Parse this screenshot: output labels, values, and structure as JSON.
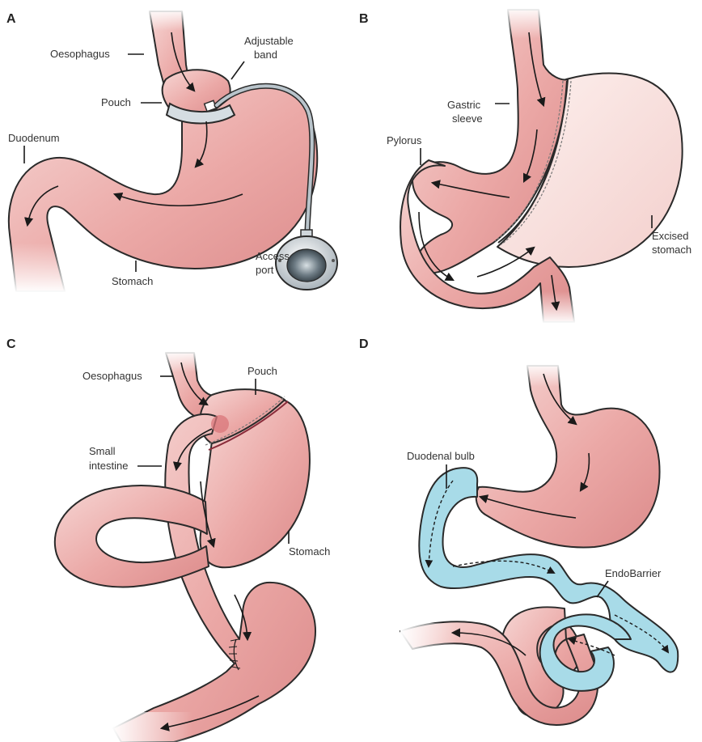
{
  "panels": {
    "a": {
      "letter": "A",
      "labels": {
        "oesophagus": "Oesophagus",
        "band_line1": "Adjustable",
        "band_line2": "band",
        "pouch": "Pouch",
        "duodenum": "Duodenum",
        "access_line1": "Access",
        "access_line2": "port",
        "stomach": "Stomach"
      }
    },
    "b": {
      "letter": "B",
      "labels": {
        "sleeve_line1": "Gastric",
        "sleeve_line2": "sleeve",
        "pylorus": "Pylorus",
        "excised_line1": "Excised",
        "excised_line2": "stomach"
      }
    },
    "c": {
      "letter": "C",
      "labels": {
        "oesophagus": "Oesophagus",
        "pouch": "Pouch",
        "small_line1": "Small",
        "small_line2": "intestine",
        "stomach": "Stomach"
      }
    },
    "d": {
      "letter": "D",
      "labels": {
        "duodenal_bulb": "Duodenal bulb",
        "endobarrier": "EndoBarrier"
      }
    }
  },
  "colors": {
    "tissue": "#e8a0a0",
    "tissue_light": "#f7d9d9",
    "excised": "#fbe8e6",
    "liner": "#a8dbe8",
    "band": "#d5dde2",
    "outline": "#2a2a2a"
  }
}
